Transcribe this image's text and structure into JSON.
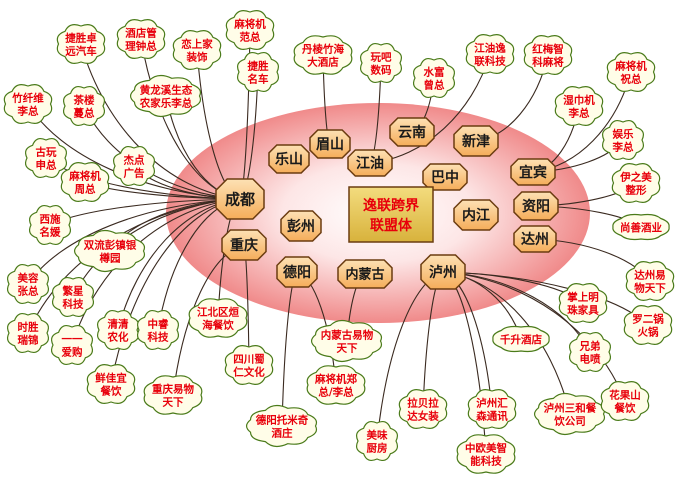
{
  "title": [
    "逸联跨界",
    "联盟体"
  ],
  "hubs": {
    "chengdu": "成都",
    "chongqing": "重庆",
    "luzhou": "泸州",
    "leshan": "乐山",
    "meishan": "眉山",
    "jiangyou": "江油",
    "yunnan": "云南",
    "xinjin": "新津",
    "bazhong": "巴中",
    "yibin": "宜宾",
    "ziyang": "资阳",
    "neijiang": "内江",
    "dazhou": "达州",
    "pengzhou": "彭州",
    "deyang": "德阳",
    "neimenggu": "内蒙古"
  },
  "members": {
    "jieshengzhuo": [
      "捷胜卓",
      "远汽车"
    ],
    "jiudianguanli": [
      "酒店管",
      "理钟总"
    ],
    "liansheng": [
      "恋上家",
      "装饰"
    ],
    "majiang_fan": [
      "麻将机",
      "范总"
    ],
    "jiesheng_mingche": [
      "捷胜",
      "名车"
    ],
    "danlengzhuhai": [
      "丹棱竹海",
      "大酒店"
    ],
    "wanbashuma": [
      "玩吧",
      "数码"
    ],
    "shuifu": [
      "水富",
      "曾总"
    ],
    "jiangyouyi": [
      "江油逸",
      "联科技"
    ],
    "hongmeizhi": [
      "红梅智",
      "科麻将"
    ],
    "majiang_zhu": [
      "麻将机",
      "祝总"
    ],
    "zhuxianwei": [
      "竹纤维",
      "李总"
    ],
    "chalou": [
      "茶楼",
      "蔓总"
    ],
    "huanglongxi": [
      "黄龙溪生态",
      "农家乐李总"
    ],
    "shiganji": [
      "湿巾机",
      "李总"
    ],
    "yule": [
      "娱乐",
      "李总"
    ],
    "guwan": [
      "古玩",
      "申总"
    ],
    "majiang_zhou": [
      "麻将机",
      "周总"
    ],
    "jiediangg": [
      "杰点",
      "广告"
    ],
    "yizhimei": [
      "伊之美",
      "整形"
    ],
    "xishi": [
      "西施",
      "名媛"
    ],
    "shuangliu": [
      "双流彭镇银",
      "樽园"
    ],
    "shangshan": [
      "尚善酒业"
    ],
    "meirong": [
      "美容",
      "张总"
    ],
    "fanxing": [
      "繁星",
      "科技"
    ],
    "dazhou_yiwu": [
      "达州易",
      "物天下"
    ],
    "shisheng": [
      "时胜",
      "瑞锦"
    ],
    "yiyi": [
      "一一",
      "爱购"
    ],
    "qingqing": [
      "清清",
      "农化"
    ],
    "zhongrui": [
      "中睿",
      "科技"
    ],
    "jiangbei": [
      "江北区烜",
      "海餐饮"
    ],
    "zhangshangming": [
      "掌上明",
      "珠家具"
    ],
    "luoergou": [
      "罗二锅",
      "火锅"
    ],
    "neimengguyiwu": [
      "内蒙古易物",
      "天下"
    ],
    "qiansheng": [
      "千升酒店"
    ],
    "xiongdi": [
      "兄弟",
      "电喷"
    ],
    "xianjiayi": [
      "鲜佳宜",
      "餐饮"
    ],
    "sichuanshu": [
      "四川蜀",
      "仁文化"
    ],
    "majiang_zheng": [
      "麻将机郑",
      "总/李总"
    ],
    "chongqingyiwu": [
      "重庆易物",
      "天下"
    ],
    "labeila": [
      "拉贝拉",
      "达女装"
    ],
    "luzhouhui": [
      "泸州汇",
      "森通讯"
    ],
    "luzhousanhe": [
      "泸州三和餐",
      "饮公司"
    ],
    "huaguoshan": [
      "花果山",
      "餐饮"
    ],
    "deyangtuomi": [
      "德阳托米奇",
      "酒庄"
    ],
    "meiweichufang": [
      "美味",
      "厨房"
    ],
    "zhongoumeizhi": [
      "中欧美智",
      "能科技"
    ]
  },
  "colors": {
    "hub_fill": "#f9c27a",
    "hub_stroke": "#6b3c10",
    "cloud_fill": "#fffde8",
    "cloud_stroke": "#4a7b1a",
    "member_text": "#e8000b",
    "ellipse_center": "#ffffff",
    "ellipse_edge": "#f08a8a",
    "title_box": "#e4c24c",
    "title_text": "#e8000b"
  }
}
